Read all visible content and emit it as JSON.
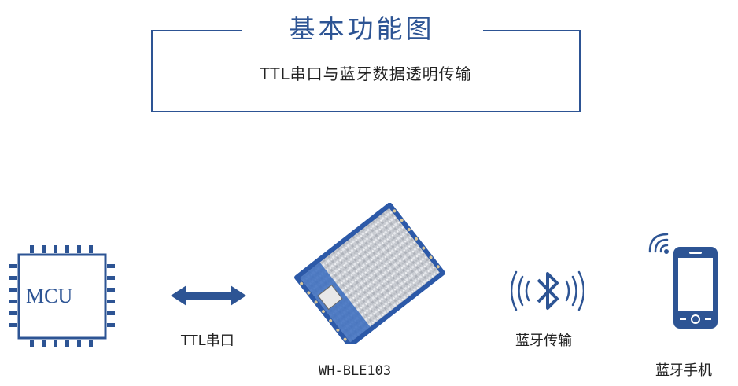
{
  "header": {
    "title": "基本功能图",
    "subtitle": "TTL串口与蓝牙数据透明传输"
  },
  "diagram": {
    "mcu_label": "MCU",
    "serial_label": "TTL串口",
    "module_label": "WH-BLE103",
    "bluetooth_label": "蓝牙传输",
    "phone_label": "蓝牙手机"
  },
  "colors": {
    "accent": "#2d5494",
    "text": "#222222"
  }
}
